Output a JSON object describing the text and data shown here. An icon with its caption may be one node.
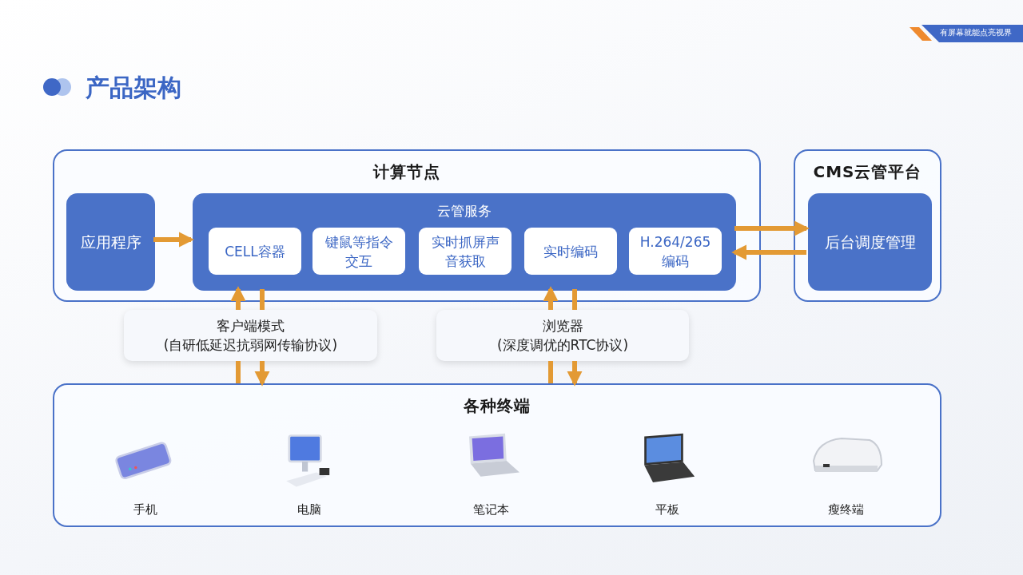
{
  "diagram": {
    "title": "产品架构",
    "nodes": [
      {
        "text": [
          "计算节点"
        ]
      },
      {
        "text": [
          "应用程序"
        ],
        "in": 0
      },
      {
        "text": [
          "云管服务"
        ],
        "in": 0
      },
      {
        "text": [
          "CELL容器"
        ],
        "in": 2
      },
      {
        "text": [
          "键鼠等指令交互"
        ],
        "in": 2
      },
      {
        "text": [
          "实时抓屏声音获取"
        ],
        "in": 2
      },
      {
        "text": [
          "实时编码"
        ],
        "in": 2
      },
      {
        "text": [
          "H.264/265编码"
        ],
        "in": 2
      },
      {
        "text": [
          "CMS云管平台"
        ]
      },
      {
        "text": [
          "后台调度管理"
        ],
        "in": 8
      },
      {
        "text": [
          "客户端模式",
          "(自研低延迟抗弱网传输协议)"
        ]
      },
      {
        "text": [
          "浏览器",
          "(深度调优的RTC协议)"
        ]
      },
      {
        "text": [
          "各种终端"
        ]
      },
      {
        "text": [],
        "shape": "picture",
        "beside": [
          "手机"
        ],
        "in": 12
      },
      {
        "text": [],
        "shape": "picture",
        "beside": [
          "电脑"
        ],
        "in": 12
      },
      {
        "text": [],
        "shape": "picture",
        "beside": [
          "笔记本"
        ],
        "in": 12
      },
      {
        "text": [],
        "shape": "picture",
        "beside": [
          "平板"
        ],
        "in": 12
      },
      {
        "text": [],
        "shape": "picture",
        "beside": [
          "瘦终端"
        ],
        "in": 12
      }
    ],
    "edges": [
      {
        "from": 1,
        "to": 2,
        "arrow": "to"
      },
      {
        "from": 2,
        "to": 9,
        "arrow": "to"
      },
      {
        "from": 9,
        "to": 2,
        "arrow": "to"
      },
      {
        "from": 10,
        "to": 2,
        "arrow": "to"
      },
      {
        "from": 12,
        "to": 10,
        "arrow": "none"
      },
      {
        "from": 2,
        "to": 10,
        "arrow": "none"
      },
      {
        "from": 10,
        "to": 12,
        "arrow": "to"
      },
      {
        "from": 11,
        "to": 2,
        "arrow": "to"
      },
      {
        "from": 12,
        "to": 11,
        "arrow": "none"
      },
      {
        "from": 2,
        "to": 11,
        "arrow": "none"
      },
      {
        "from": 11,
        "to": 12,
        "arrow": "to"
      }
    ],
    "labels": [
      "有屏幕就能点亮视界"
    ]
  }
}
